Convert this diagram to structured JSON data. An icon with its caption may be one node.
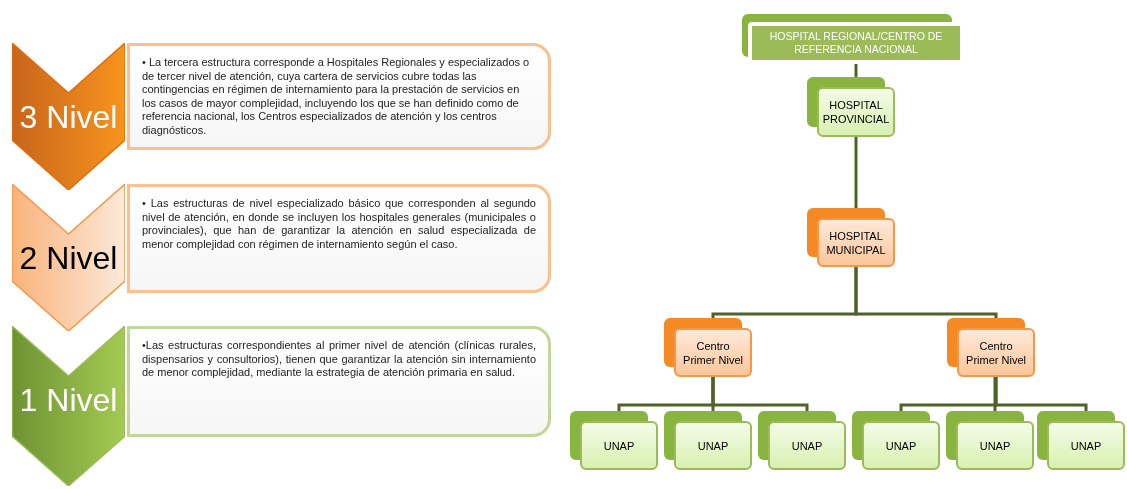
{
  "diagram": {
    "nodes": [
      {
        "text": [
          "3 Nivel"
        ]
      },
      {
        "text": [
          "• La tercera estructura corresponde a Hospitales Regionales y especializados o de tercer nivel de atención, cuya cartera de servicios cubre todas las contingencias en régimen de internamiento para la prestación de servicios en los casos de mayor complejidad, incluyendo los que se han definido como de referencia nacional, los Centros especializados de atención y los centros diagnósticos."
        ]
      },
      {
        "text": [
          "2 Nivel"
        ]
      },
      {
        "text": [
          "• Las estructuras de nivel especializado básico que corresponden al segundo nivel de atención, en donde se incluyen los hospitales generales (municipales o provinciales), que han de garantizar la atención en salud especializada de menor complejidad con régimen de internamiento según el caso."
        ]
      },
      {
        "text": [
          "1 Nivel"
        ]
      },
      {
        "text": [
          "•Las estructuras correspondientes al primer nivel de atención (clínicas rurales, dispensarios y consultorios), tienen que garantizar la atención sin internamiento de menor complejidad, mediante la estrategia de atención primaria en salud."
        ]
      },
      {
        "text": [
          "HOSPITAL REGIONAL/CENTRO DE REFERENCIA NACIONAL"
        ]
      },
      {
        "text": [
          "HOSPITAL PROVINCIAL"
        ]
      },
      {
        "text": [
          "HOSPITAL MUNICIPAL"
        ]
      },
      {
        "text": [
          "Centro Primer Nivel"
        ]
      },
      {
        "text": [
          "Centro Primer Nivel"
        ]
      },
      {
        "text": [
          "UNAP"
        ]
      },
      {
        "text": [
          "UNAP"
        ]
      },
      {
        "text": [
          "UNAP"
        ]
      },
      {
        "text": [
          "UNAP"
        ]
      },
      {
        "text": [
          "UNAP"
        ]
      },
      {
        "text": [
          "UNAP"
        ]
      }
    ],
    "edges": [
      {
        "from": 6,
        "to": 7,
        "arrow": "none"
      },
      {
        "from": 7,
        "to": 8,
        "arrow": "none"
      },
      {
        "from": 8,
        "to": 9,
        "arrow": "none"
      },
      {
        "from": 8,
        "to": 10,
        "arrow": "none"
      },
      {
        "from": 9,
        "to": 11,
        "arrow": "none"
      },
      {
        "from": 9,
        "to": 12,
        "arrow": "none"
      },
      {
        "from": 9,
        "to": 13,
        "arrow": "none"
      },
      {
        "from": 10,
        "to": 14,
        "arrow": "none"
      },
      {
        "from": 10,
        "to": 15,
        "arrow": "none"
      },
      {
        "from": 10,
        "to": 16,
        "arrow": "none"
      }
    ]
  }
}
